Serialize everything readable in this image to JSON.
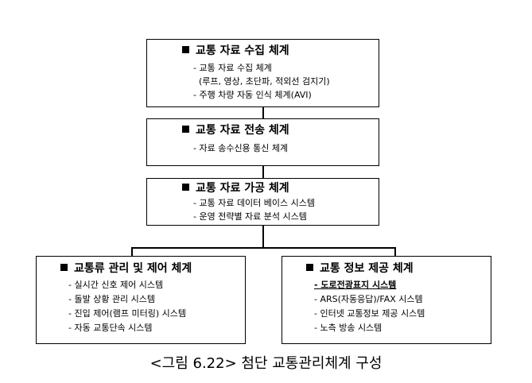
{
  "boxes": {
    "collection": {
      "title": "교통 자료 수집 체계",
      "items": [
        "- 교통 자료 수집 체계",
        "  (루프, 영상, 초단파, 적외선 검지기)",
        "- 주행 차량 자동 인식 체계(AVI)"
      ]
    },
    "transmission": {
      "title": "교통 자료 전송 체계",
      "items": [
        "- 자료 송수신용 통신 체계"
      ]
    },
    "processing": {
      "title": "교통 자료 가공 체계",
      "items": [
        "- 교통 자료 데이터 베이스 시스템",
        "- 운영 전략별 자료 분석 시스템"
      ]
    },
    "flow_control": {
      "title": "교통류 관리 및 제어 체계",
      "items": [
        "- 실시간 신호 제어 시스템",
        "- 돌발 상황 관리 시스템",
        "- 진입 제어(램프 미터링) 시스템",
        "- 자동 교통단속 시스템"
      ]
    },
    "info_provision": {
      "title": "교통 정보 제공 체계",
      "items": [
        "- 도로전광표지 시스템",
        "- ARS(자동응답)/FAX 시스템",
        "- 인터넷 교통정보 제공 시스템",
        "- 노측 방송 시스템"
      ]
    }
  },
  "caption": "<그림 6.22> 첨단 교통관리체계 구성"
}
